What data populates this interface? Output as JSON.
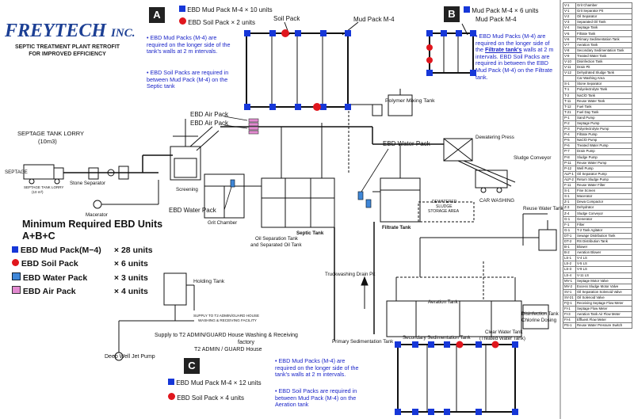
{
  "logo": {
    "name": "FREYTECH",
    "suffix": "INC.",
    "tagline_line1": "SEPTIC TREATMENT PLANT RETROFIT",
    "tagline_line2": "FOR IMPROVED EFFICIENCY"
  },
  "panel_a": {
    "badge": "A",
    "mud_label": "EBD Mud Pack M-4",
    "mud_count": "× 10 units",
    "soil_label": "EBD Soil Pack",
    "soil_count": "× 2 units",
    "callout_soil": "Soil Pack",
    "callout_mud": "Mud Pack M-4",
    "note1": "EBD Mud Packs (M-4) are required on the longer side of the tank's walls at 2 m intervals.",
    "note2": "EBD Soil Packs are required in between Mud Pack (M-4) on the Septic tank"
  },
  "panel_b": {
    "badge": "B",
    "mud_label": "Mud Pack M-4",
    "mud_count": "× 6 units",
    "callout_mud": "Mud Pack M-4",
    "note_a": "EBD Mud Packs (M-4) are required on the longer side of the ",
    "note_b": "Filtrate tank's",
    "note_c": " walls at 2 m intervals. EBD Soil Packs are required in between the EBD Mud Pack (M-4) on the Filtrate tank."
  },
  "panel_c": {
    "badge": "C",
    "mud_label": "EBD Mud Pack M-4",
    "mud_count": "× 12 units",
    "soil_label": "EBD Soil Pack",
    "soil_count": "× 4 units",
    "note1": "EBD Mud Packs (M-4) are required on the longer side of the tank's walls at 2 m intervals.",
    "note2": "EBD Soil Packs are required in between Mud Pack (M-4) on the Aeration tank"
  },
  "callouts": {
    "air_pack_1": "EBD Air Pack",
    "air_pack_2": "EBD Air Pack",
    "water_pack_top": "EBD Water Pack",
    "water_pack_left": "EBD Water Pack"
  },
  "summary": {
    "title_line1": "Minimum Required EBD Units",
    "title_line2": "A+B+C",
    "rows": [
      {
        "label": "EBD Mud Pack(M−4)",
        "count": "× 28 units"
      },
      {
        "label": "EBD Soil Pack",
        "count": "× 6 units"
      },
      {
        "label": "EBD Water Pack",
        "count": "× 3 units"
      },
      {
        "label": "EBD Air Pack",
        "count": "× 4 units"
      }
    ]
  },
  "process": {
    "lorry_title": "SEPTAGE TANK LORRY",
    "lorry_volume": "(10m3)",
    "septage": "SEPTAGE",
    "lorry_small1": "SEPTAGE TANK LORRY",
    "lorry_small2": "(10 m³)",
    "stone_separator": "Stone Separator",
    "screening": "Screening",
    "macerator": "Macerator",
    "grit_chamber": "Grit Chamber",
    "oil_separation": "Oil Separation Tank",
    "oil_separation2": "and Separated Oil Tank",
    "septic_tank": "Septic Tank",
    "polymer_mixing": "Polymer Mixing Tank",
    "dewatering_press": "Dewatering Press",
    "sludge_conveyor": "Sludge Conveyor",
    "car_washing": "CAR WASHING",
    "dewatered_sludge1": "DEWATERED",
    "dewatered_sludge2": "SLUDGE",
    "dewatered_sludge3": "STORAGE AREA",
    "filtrate_tank": "Filtrate Tank",
    "reuse_water_tank": "Reuse Water Tank",
    "truck_washing": "Truckwashing Drain Pit",
    "aeration_tank": "Aeration Tank",
    "primary_sed": "Primary Sedimentation Tank",
    "secondary_sed": "Secondary Sedimentation Tank",
    "clear_water": "Clear Water Tank",
    "treated_water": "(Treated Water Tank)",
    "disinfection1": "Disinfection Tank",
    "disinfection2": "Chlorine Dosing",
    "holding_tank": "Holding Tank",
    "supply_small1": "SUPPLY TO T2 ADMIN/GUARD HOUSE",
    "supply_small2": "WASHING & RECEIVING FACILITY",
    "supply1": "Supply to T2 ADMIN/GUARD House Washing & Receiving",
    "supply2": "factory",
    "supply3": "T2 ADMIN / GUARD House",
    "deep_well": "Deep Well Jet Pump"
  },
  "equipment_list": [
    [
      "V-1",
      "Grit Chamber"
    ],
    [
      "V-1",
      "Grit Separator Pit"
    ],
    [
      "V-2",
      "Oil Separator"
    ],
    [
      "V-3",
      "Separated Oil Tank"
    ],
    [
      "V-4",
      "Septage Tank"
    ],
    [
      "V-5",
      "Filtrate Tank"
    ],
    [
      "V-6",
      "Primary Sedimentation Tank"
    ],
    [
      "V-7",
      "Aeration Tank"
    ],
    [
      "V-8",
      "Secondary Sedimentation Tank"
    ],
    [
      "V-9",
      "Treated Water Tank"
    ],
    [
      "V-10",
      "Disinfection Tank"
    ],
    [
      "V-11",
      "Drain Pit"
    ],
    [
      "V-12",
      "Dehydrated Sludge Tank"
    ],
    [
      "",
      "Car Washing Area"
    ],
    [
      "S-1",
      "Stone Separator"
    ],
    [
      "T-1",
      "Polyelectrolyte Tank"
    ],
    [
      "T-2",
      "NaClO Tank"
    ],
    [
      "T-11",
      "Reuse Water Tank"
    ],
    [
      "T-12",
      "Fuel Tank"
    ],
    [
      "T-21",
      "Fuel Day Tank"
    ],
    [
      "P-1",
      "Sand Pump"
    ],
    [
      "P-2",
      "Septage Pump"
    ],
    [
      "P-3",
      "Polyelectrolyte Pump"
    ],
    [
      "P-4",
      "Filtrate Pump"
    ],
    [
      "P-5",
      "NaClO Pump"
    ],
    [
      "P-6",
      "Treated Water Pump"
    ],
    [
      "P-7",
      "Drain Pump"
    ],
    [
      "P-8",
      "Sludge Pump"
    ],
    [
      "P-11",
      "Reuse Water Pump"
    ],
    [
      "P-12",
      "Well Pump"
    ],
    [
      "ALP-1",
      "Oil Separator Pump"
    ],
    [
      "ALP-2",
      "Return Sludge Pump"
    ],
    [
      "F-11",
      "Reuse Water Filter"
    ],
    [
      "S-1",
      "Fine Screen"
    ],
    [
      "S-1",
      "Macerator"
    ],
    [
      "Z-1",
      "Dewa Compactor"
    ],
    [
      "Z-3",
      "Dehydrator"
    ],
    [
      "Z-4",
      "Sludge Conveyor"
    ],
    [
      "G-1",
      "Generator"
    ],
    [
      "F-1",
      "Filter"
    ],
    [
      "G-1",
      "T-2 Tank Agitator"
    ],
    [
      "DT-1",
      "Sewage Distribution Tank"
    ],
    [
      "DT-2",
      "RS Distribution Tank"
    ],
    [
      "B-1",
      "Blower"
    ],
    [
      "B-2",
      "Aeration Blower"
    ],
    [
      "LS-1",
      "V-4 LS"
    ],
    [
      "LS-2",
      "V-5 LS"
    ],
    [
      "LS-3",
      "V-9 LS"
    ],
    [
      "LS-4",
      "V-11 LS"
    ],
    [
      "MV-1",
      "Septage Motor Valve"
    ],
    [
      "MV-2",
      "Excess Sludge Motor Valve"
    ],
    [
      "SV-1",
      "Oil Separation Solenoid Valve"
    ],
    [
      "SV-21",
      "Oil Solenoid Valve"
    ],
    [
      "FQ-1",
      "Receiving Septage Flow Meter"
    ],
    [
      "FI-1",
      "Septage Flow Meter"
    ],
    [
      "FI-3",
      "Aeration Tank Air Flow Meter"
    ],
    [
      "FI-4",
      "Effluent Flow Meter"
    ],
    [
      "PS-1",
      "Reuse Water Pressure Switch"
    ]
  ]
}
